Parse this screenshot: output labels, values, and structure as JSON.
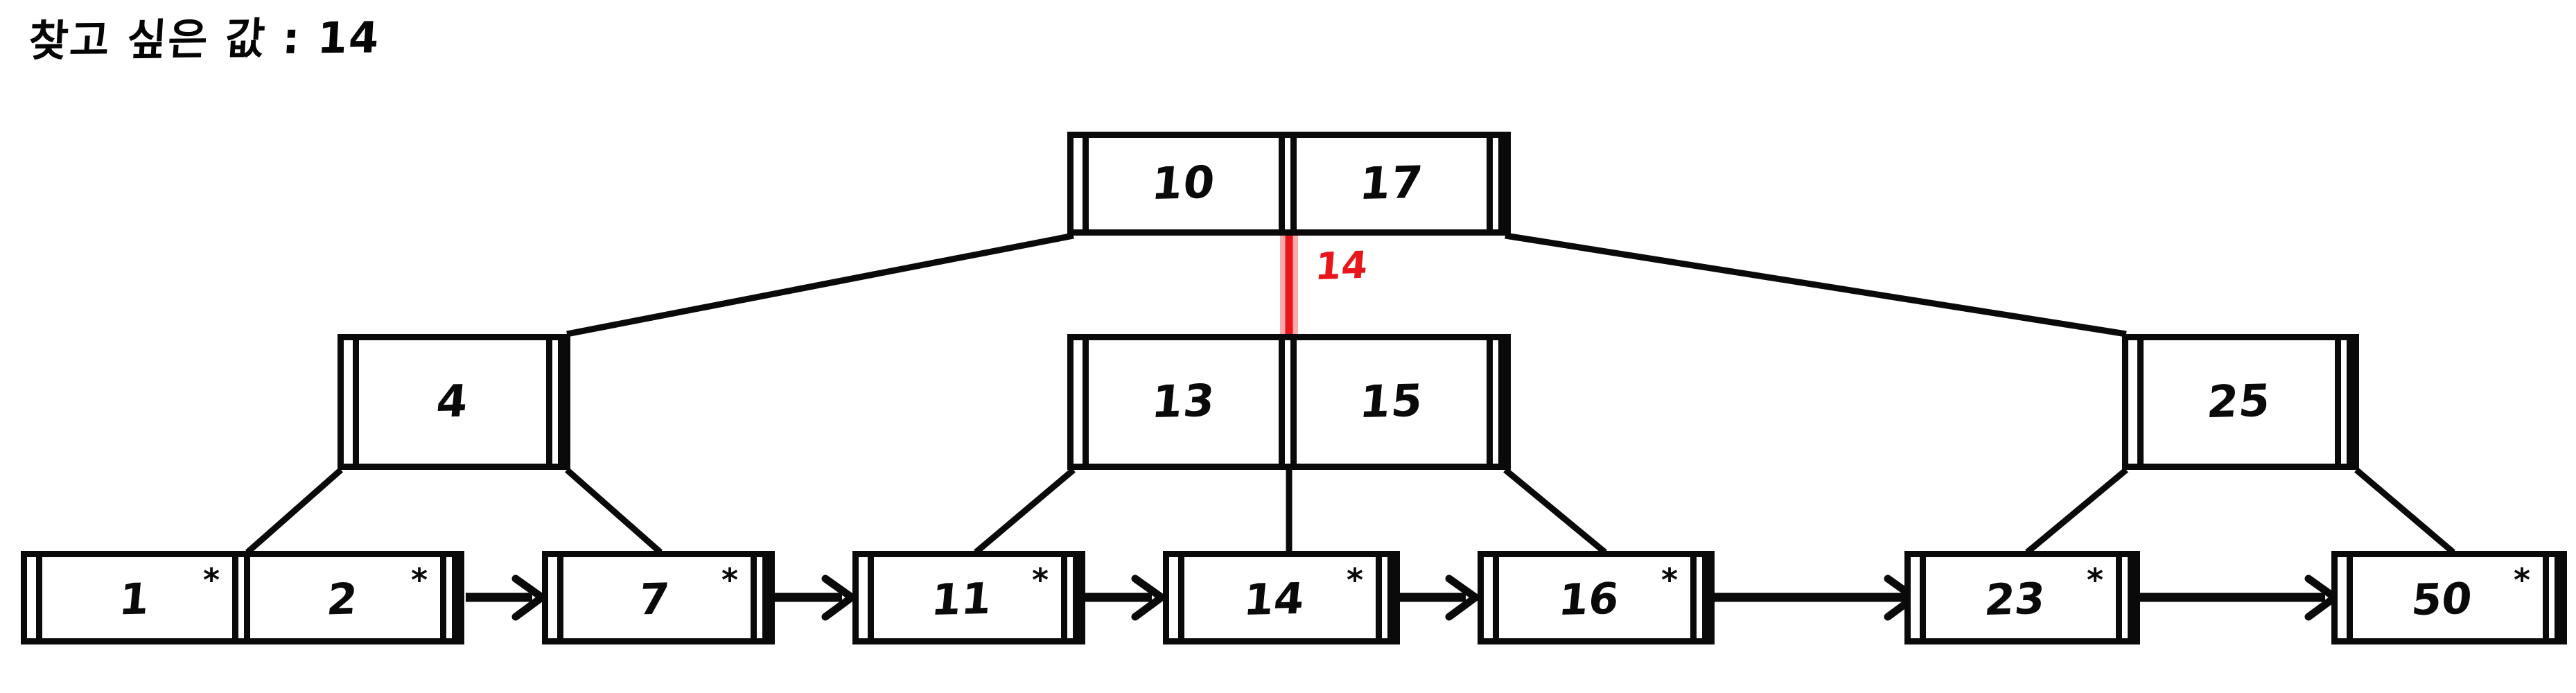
{
  "diagram": {
    "kind": "b-plus-tree-search",
    "title": "찾고 싶은 값 : 14",
    "search_key": "14",
    "highlight_color": "#e8161b",
    "highlight_glow_color": "#ffaaaa",
    "ink_color": "#0a0a0a",
    "background": "#ffffff",
    "red_annotation_label": "14",
    "star_glyph": "*"
  },
  "levels": {
    "root": {
      "name": "root-node",
      "keys": [
        "10",
        "17"
      ]
    },
    "internal": [
      {
        "name": "internal-node-4",
        "keys": [
          "4"
        ]
      },
      {
        "name": "internal-node-13-15",
        "keys": [
          "13",
          "15"
        ]
      },
      {
        "name": "internal-node-25",
        "keys": [
          "25"
        ]
      }
    ],
    "leaves": [
      {
        "name": "leaf-1-2",
        "entries": [
          {
            "key": "1",
            "star": "*"
          },
          {
            "key": "2",
            "star": "*"
          }
        ]
      },
      {
        "name": "leaf-7",
        "entries": [
          {
            "key": "7",
            "star": "*"
          }
        ]
      },
      {
        "name": "leaf-11",
        "entries": [
          {
            "key": "11",
            "star": "*"
          }
        ]
      },
      {
        "name": "leaf-14",
        "entries": [
          {
            "key": "14",
            "star": "*"
          }
        ]
      },
      {
        "name": "leaf-16",
        "entries": [
          {
            "key": "16",
            "star": "*"
          }
        ]
      },
      {
        "name": "leaf-23",
        "entries": [
          {
            "key": "23",
            "star": "*"
          }
        ]
      },
      {
        "name": "leaf-50",
        "entries": [
          {
            "key": "50",
            "star": "*"
          }
        ]
      }
    ]
  }
}
